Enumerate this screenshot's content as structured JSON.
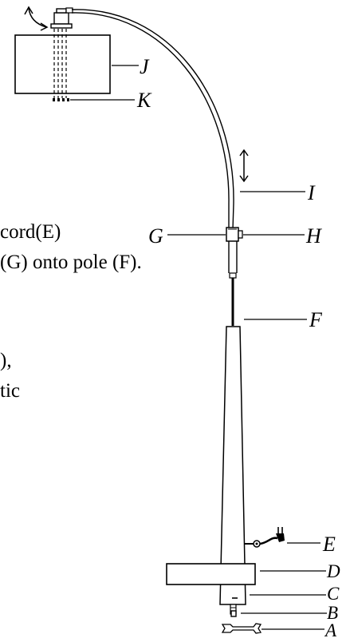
{
  "instructions": {
    "line1": "cord(E)",
    "line2": "(G) onto pole (F).",
    "line3": "),",
    "line4": "tic"
  },
  "labels": {
    "A": "A",
    "B": "B",
    "C": "C",
    "D": "D",
    "E": "E",
    "F": "F",
    "G": "G",
    "H": "H",
    "I": "I",
    "J": "J",
    "K": "K"
  },
  "icons": {
    "rotate_arrow": "curved-arrow-icon",
    "adjust_arrow": "double-arrow-icon",
    "plug": "plug-icon",
    "wrench": "wrench-icon"
  }
}
